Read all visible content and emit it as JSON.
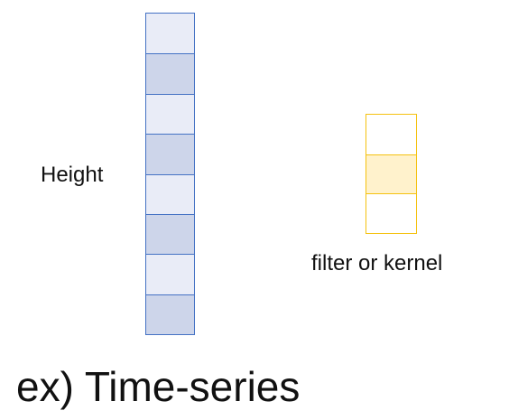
{
  "labels": {
    "height": "Height",
    "filter": "filter or kernel",
    "caption": "ex) Time-series"
  },
  "series_column": {
    "cell_count": 8,
    "colors": {
      "border": "#4472c4",
      "light": "#e9ecf7",
      "dark": "#cdd5ea"
    },
    "cells": [
      "light",
      "dark",
      "light",
      "dark",
      "light",
      "dark",
      "light",
      "dark"
    ]
  },
  "filter_column": {
    "cell_count": 3,
    "highlighted_index": 1,
    "colors": {
      "border": "#f5c211",
      "highlight": "#fff2cc",
      "plain": "#ffffff"
    }
  }
}
